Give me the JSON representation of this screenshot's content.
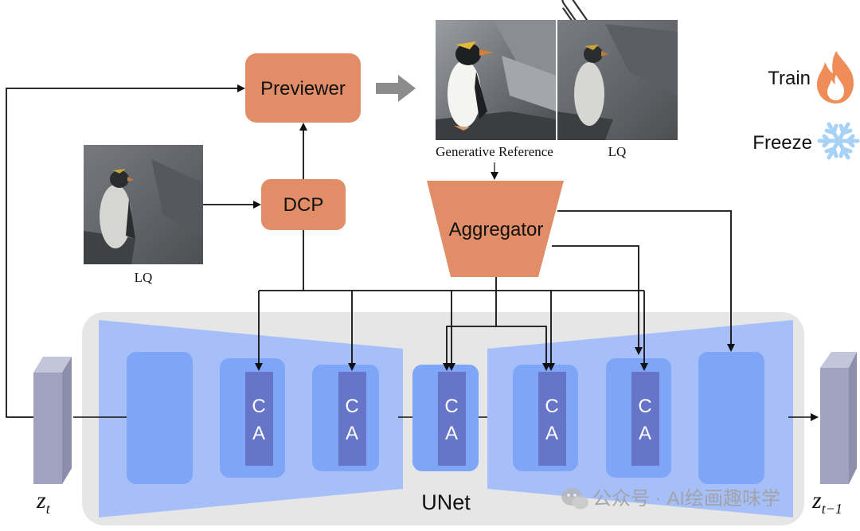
{
  "modules": {
    "previewer": "Previewer",
    "dcp": "DCP",
    "aggregator": "Aggregator",
    "unet": "UNet"
  },
  "images": {
    "generative_reference": "Generative Reference",
    "lq_top": "LQ",
    "lq_left": "LQ"
  },
  "latents": {
    "input_base": "z",
    "input_sub": "t",
    "output_base": "z",
    "output_sub": "t−1"
  },
  "ca_block": {
    "line1": "C",
    "line2": "A"
  },
  "legend": {
    "train": "Train",
    "freeze": "Freeze",
    "train_icon": "flame-icon",
    "freeze_icon": "snowflake-icon"
  },
  "watermark": "公众号 · AI绘画趣味学",
  "colors": {
    "module_fill": "#e08d68",
    "unet_bg": "#e6e6e6",
    "encoder_trap": "#a7bff8",
    "block": "#7ea5f6",
    "ca_strip": "#6675c8",
    "flame": "#ef8d59",
    "snow": "#a8d2f5",
    "latent": "#a0a2c0"
  }
}
